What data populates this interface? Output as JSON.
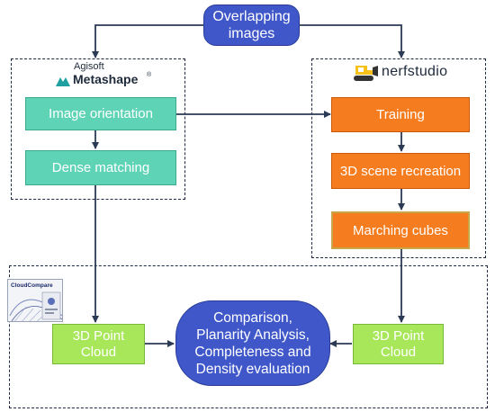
{
  "top_node": {
    "line1": "Overlapping",
    "line2": "images"
  },
  "metashape": {
    "logo_small": "Agisoft",
    "logo_big": "Metashape",
    "logo_reg": "®",
    "steps": [
      "Image orientation",
      "Dense matching"
    ]
  },
  "nerfstudio": {
    "logo": "nerfstudio",
    "steps": [
      "Training",
      "3D scene recreation",
      "Marching cubes"
    ]
  },
  "cloudcompare": {
    "logo": "CloudCompare"
  },
  "left_output": {
    "line1": "3D Point",
    "line2": "Cloud"
  },
  "right_output": {
    "line1": "3D Point",
    "line2": "Cloud"
  },
  "comparison": {
    "line1": "Comparison,",
    "line2": "Planarity Analysis,",
    "line3": "Completeness and",
    "line4": "Density evaluation"
  },
  "colors": {
    "blue": "#3f57c9",
    "teal": "#5fd3b6",
    "orange": "#f57c1f",
    "green": "#a8e65a",
    "frame": "#1f2a44"
  }
}
